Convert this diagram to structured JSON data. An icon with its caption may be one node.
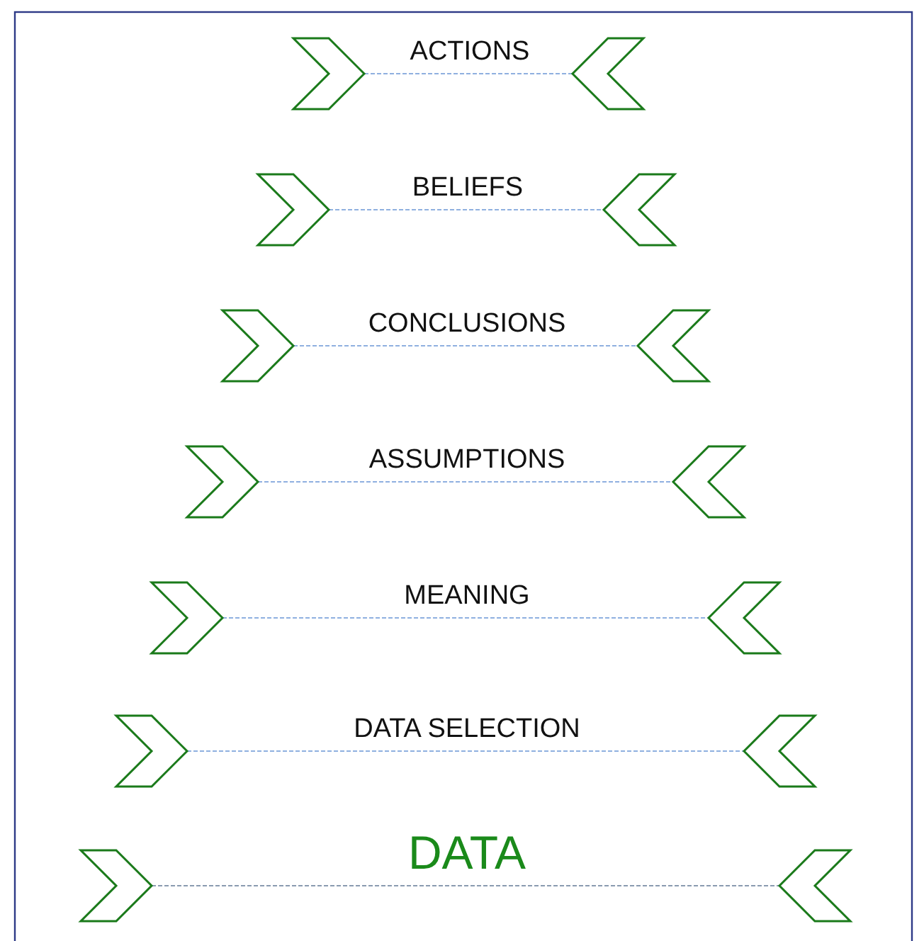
{
  "diagram": {
    "nodes": [
      {
        "text": [],
        "shape": "chevron"
      },
      {
        "text": [],
        "shape": "chevron"
      },
      {
        "text": [],
        "shape": "chevron"
      },
      {
        "text": [],
        "shape": "chevron"
      },
      {
        "text": [],
        "shape": "chevron"
      },
      {
        "text": [],
        "shape": "chevron"
      },
      {
        "text": [],
        "shape": "chevron"
      },
      {
        "text": [],
        "shape": "chevron"
      },
      {
        "text": [],
        "shape": "chevron"
      },
      {
        "text": [],
        "shape": "chevron"
      },
      {
        "text": [],
        "shape": "chevron"
      },
      {
        "text": [],
        "shape": "chevron"
      },
      {
        "text": [],
        "shape": "chevron"
      },
      {
        "text": [],
        "shape": "chevron"
      }
    ],
    "edges": [
      {
        "from": 0,
        "to": 1,
        "arrow": "none",
        "label": "ACTIONS",
        "style": "dashed"
      },
      {
        "from": 2,
        "to": 3,
        "arrow": "none",
        "label": "BELIEFS",
        "style": "dashed"
      },
      {
        "from": 4,
        "to": 5,
        "arrow": "none",
        "label": "CONCLUSIONS",
        "style": "dashed"
      },
      {
        "from": 6,
        "to": 7,
        "arrow": "none",
        "label": "ASSUMPTIONS",
        "style": "dashed"
      },
      {
        "from": 8,
        "to": 9,
        "arrow": "none",
        "label": "MEANING",
        "style": "dashed"
      },
      {
        "from": 10,
        "to": 11,
        "arrow": "none",
        "label": "DATA SELECTION",
        "style": "dashed"
      },
      {
        "from": 12,
        "to": 13,
        "arrow": "none",
        "label": "DATA",
        "style": "dashed"
      }
    ]
  }
}
